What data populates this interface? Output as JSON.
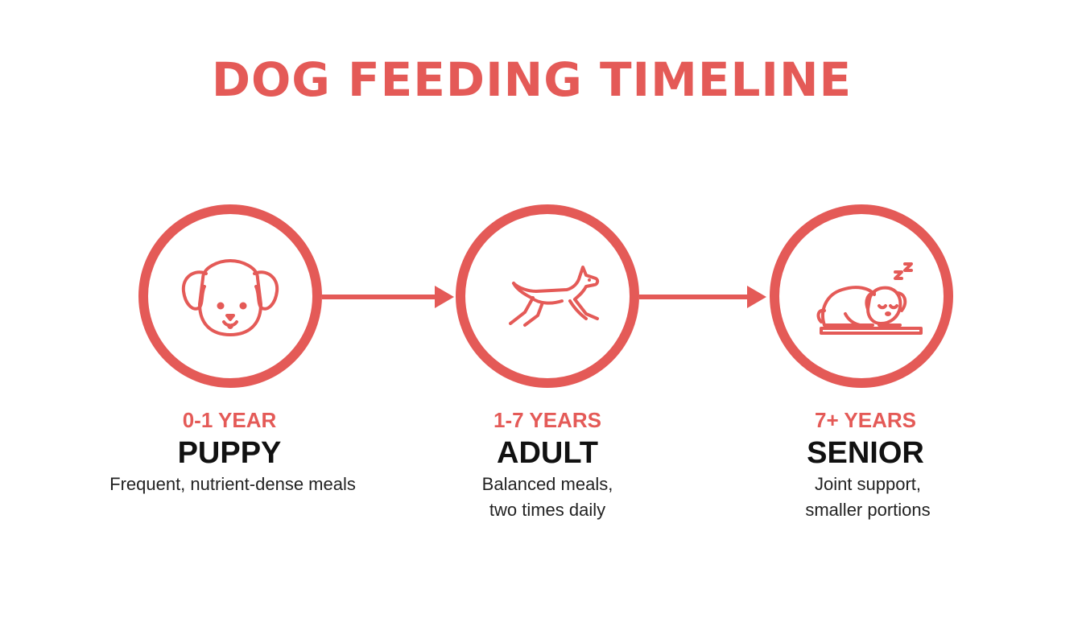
{
  "title": "DOG FEEDING TIMELINE",
  "colors": {
    "accent": "#E45A57",
    "text": "#111111",
    "background": "#ffffff"
  },
  "stages": [
    {
      "age": "0-1 YEAR",
      "name": "PUPPY",
      "description_lines": [
        "Frequent, nutrient-dense meals"
      ],
      "icon": "puppy-face-icon"
    },
    {
      "age": "1-7 YEARS",
      "name": "ADULT",
      "description_lines": [
        "Balanced meals,",
        "two times daily"
      ],
      "icon": "running-dog-icon"
    },
    {
      "age": "7+ YEARS",
      "name": "SENIOR",
      "description_lines": [
        "Joint support,",
        "smaller portions"
      ],
      "icon": "sleeping-dog-icon"
    }
  ]
}
